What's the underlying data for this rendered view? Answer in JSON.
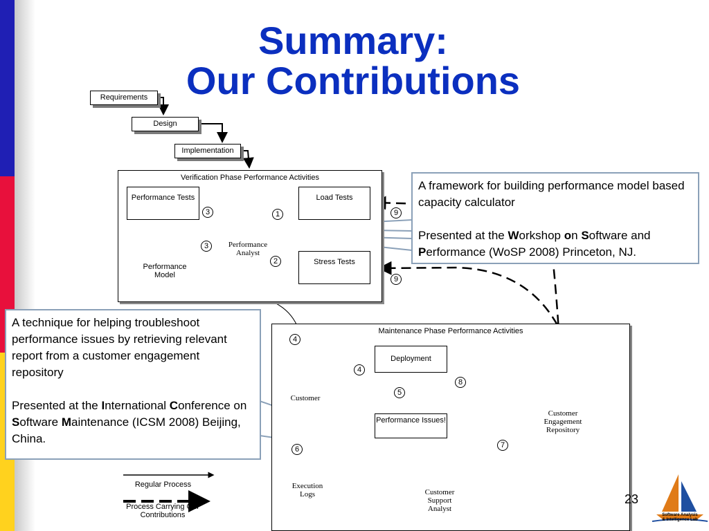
{
  "title": {
    "line1": "Summary:",
    "line2": "Our Contributions"
  },
  "waterfall": {
    "requirements": "Requirements",
    "design": "Design",
    "implementation": "Implementation"
  },
  "verification": {
    "frame_title": "Verification Phase Performance Activities",
    "performance_tests": "Performance Tests",
    "load_tests": "Load Tests",
    "stress_tests": "Stress Tests",
    "performance_model": "Performance Model",
    "analyst": "Performance Analyst"
  },
  "maintenance": {
    "frame_title": "Maintenance Phase Performance Activities",
    "deployment": "Deployment",
    "performance_issues": "Performance Issues!",
    "customer": "Customer",
    "repository": "Customer Engagement Repository",
    "execution_logs": "Execution Logs",
    "support_analyst": "Customer Support Analyst"
  },
  "step_numbers": [
    "1",
    "2",
    "3",
    "3",
    "4",
    "4",
    "5",
    "6",
    "7",
    "8",
    "9",
    "9"
  ],
  "callout_top": {
    "line1": "A framework for building performance model based capacity calculator",
    "pre": "Presented at the ",
    "w": "W",
    "w_rest": "orkshop ",
    "o": "o",
    "o_rest": "n ",
    "s": "S",
    "s_rest": "oftware and",
    "p": "P",
    "p_rest": "erformance (WoSP 2008) Princeton, NJ."
  },
  "callout_left": {
    "line1": "A technique for helping troubleshoot performance issues by retrieving relevant report from a customer engagement repository",
    "pre": "Presented at the ",
    "i": "I",
    "i_rest": "nternational",
    "c": "C",
    "c_rest": "onference on ",
    "s": "S",
    "s_rest": "oftware ",
    "m": "M",
    "m_rest": "aintenance",
    "tail": "(ICSM 2008) Beijing, China."
  },
  "legend": {
    "regular": "Regular Process",
    "carrying": "Process Carrying Our Contributions"
  },
  "page_number": "23",
  "logo": {
    "line1": "Software Analysis",
    "line2": "& Intelligence Lab"
  },
  "colors": {
    "title": "#0b2fbf",
    "bar_blue": "#1f1fb4",
    "bar_red": "#e8103c",
    "bar_yellow": "#ffd21e",
    "callout_border": "#8aa0b8"
  }
}
